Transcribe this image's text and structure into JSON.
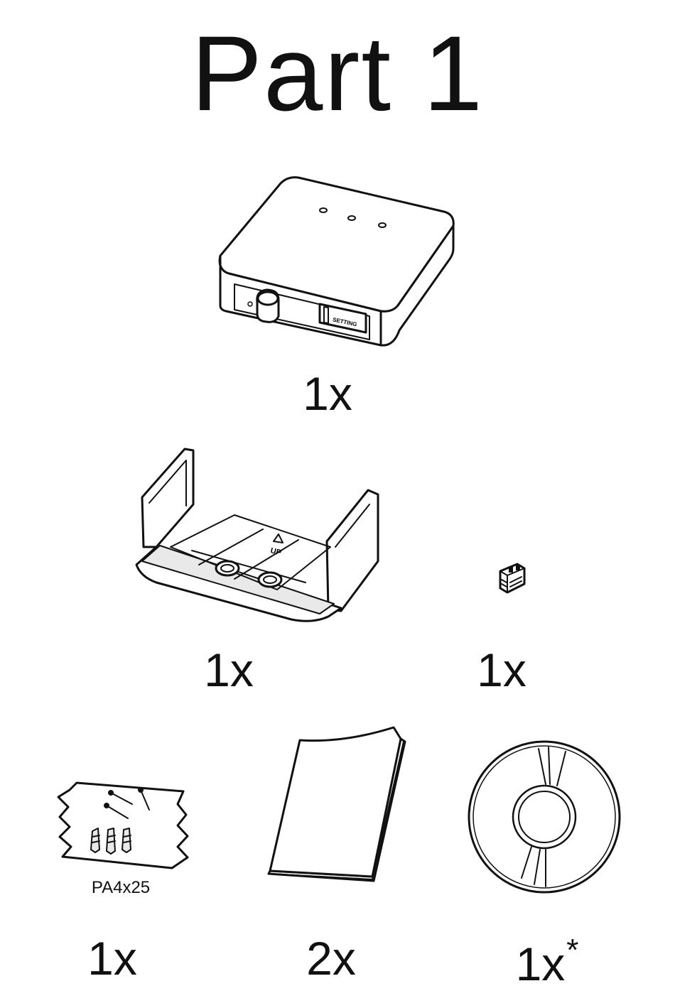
{
  "title": "Part 1",
  "items": [
    {
      "name": "hub-device",
      "quantity": "1x",
      "label": "SETTING"
    },
    {
      "name": "mounting-bracket",
      "quantity": "1x",
      "label": "UP"
    },
    {
      "name": "terminal-connector",
      "quantity": "1x"
    },
    {
      "name": "screw-anchor-bag",
      "quantity": "1x",
      "label": "PA4x25"
    },
    {
      "name": "manual-booklet",
      "quantity": "2x"
    },
    {
      "name": "cd-disc",
      "quantity": "1x",
      "note_mark": "*"
    }
  ]
}
